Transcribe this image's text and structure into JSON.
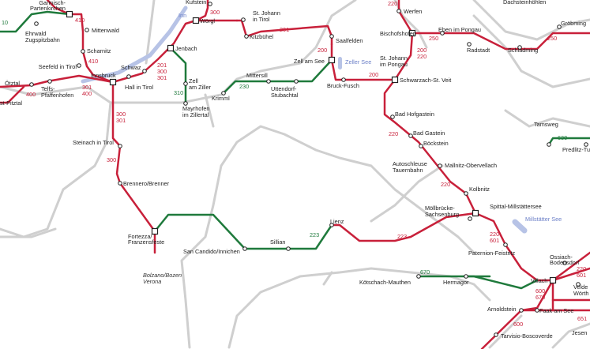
{
  "colors": {
    "main_line": "#c8203a",
    "regional_line": "#1f7a3c",
    "border": "#cfcfcf",
    "water": "#b7c3e6",
    "water_text": "#6b7fc7",
    "station_fill": "#ffffff",
    "station_stroke": "#222222"
  },
  "stations": {
    "garmisch": "Garmisch-\nPartenkirchen",
    "mittenwald": "Mittenwald",
    "scharnitz": "Scharnitz",
    "ehrwald": "Ehrwald\nZugspitzbahn",
    "seefeld": "Seefeld in Tirol",
    "innsbruck": "Innsbruck",
    "oetztal": "Ötztal",
    "telfs": "Telfs-\nPfaffenhofen",
    "pitztal": "st-Pitztal",
    "hall": "Hall in Tirol",
    "schwaz": "Schwaz",
    "jenbach": "Jenbach",
    "kufstein": "Kufstein",
    "woergl": "Wörgl",
    "zell_ziller": "Zell\nam Ziller",
    "mayrhofen": "Mayrhofen\nim Zillertal",
    "st_johann_tirol": "St. Johann\nin Tirol",
    "kitzbuehel": "Kitzbühel",
    "saalfelden": "Saalfelden",
    "zell_see": "Zell am See",
    "mittersill": "Mittersill",
    "krimml": "Krimml",
    "uttendorf": "Uttendorf-\nStubachtal",
    "bruck": "Bruck-Fusch",
    "werfen": "Werfen",
    "bischofshofen": "Bischofshofen",
    "eben": "Eben im Pongau",
    "radstadt": "Radstadt",
    "schladming": "Schladming",
    "dachstein": "Dachsteinhöhlen",
    "groebming": "Gröbming",
    "st_johann_pongau": "St. Johann\nim Pongau",
    "schwarzach": "Schwarzach-St. Veit",
    "hofgastein": "Bad Hofgastein",
    "badgastein": "Bad Gastein",
    "boeckstein": "Böckstein",
    "mallnitz": "Mallnitz-Obervellach",
    "kolbnitz": "Kolbnitz",
    "moellbruecke": "Möllbrücke-\nSachsenburg",
    "spittal": "Spittal-Millstättersee",
    "paternion": "Paternion-Feistritz",
    "villach": "Villach",
    "ossiach": "Ossiach-\nBodensdorf",
    "velden": "Velde\nWörth",
    "faak": "Faak am See",
    "arnoldstein": "Arnoldstein",
    "tarvisio": "Tarvisio-Boscoverde",
    "jesen": "Jesen",
    "tamsweg": "Tamsweg",
    "predlitz": "Predlitz-Tur",
    "steinach": "Steinach in Tirol",
    "brennero": "Brennero/Brenner",
    "fortezza": "Fortezza/\nFranzensfeste",
    "bolzano": "Bolzano/Bozen\nVerona",
    "san_candido": "San Candido/Innichen",
    "sillian": "Sillian",
    "lienz": "Lienz",
    "koetschach": "Kötschach-Mauthen",
    "hermagor": "Hermagor"
  },
  "line_numbers": {
    "l410a": "410",
    "l410b": "410",
    "l10": "10",
    "l400": "400",
    "l301_400": "301\n400",
    "l300_301": "300\n301",
    "l300": "300",
    "l201_300_301": "201\n300\n301",
    "l300_top": "300",
    "l310": "310",
    "l201": "201",
    "l200_saal": "200",
    "l230": "230",
    "l200_bruck": "200",
    "l220_top": "220",
    "l250a": "250",
    "l250b": "250",
    "l200_220": "200\n220",
    "l220_gastein": "220",
    "l220_mallnitz": "220",
    "l223a": "223",
    "l223b": "223",
    "l220_601": "220\n601",
    "l630": "630",
    "l670": "670",
    "l600_670": "600\n670",
    "l600": "600",
    "l651": "651",
    "l220_601b": "220\n601"
  },
  "lakes": {
    "zeller_see": "Zeller See",
    "millstaetter_see": "Millstätter See",
    "inn": "Inn"
  },
  "notes": {
    "autoschleuse": "Autoschleuse\nTauernbahn"
  }
}
